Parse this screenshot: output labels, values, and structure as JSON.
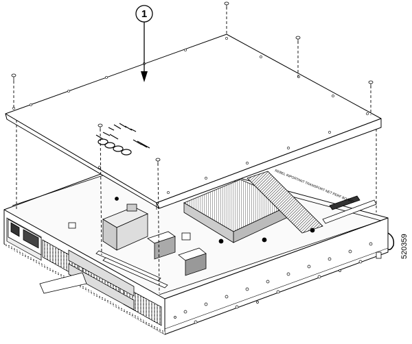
{
  "callout": {
    "number": "1"
  },
  "figure": {
    "id": "520359"
  },
  "board_label": {
    "text": "REBEL INPORTANT TRANSPORT NET PERF BOARD"
  },
  "colors": {
    "line": "#000000",
    "background": "#ffffff",
    "heatsink": "#9a9a9a",
    "shade": "#bdbdbd"
  }
}
